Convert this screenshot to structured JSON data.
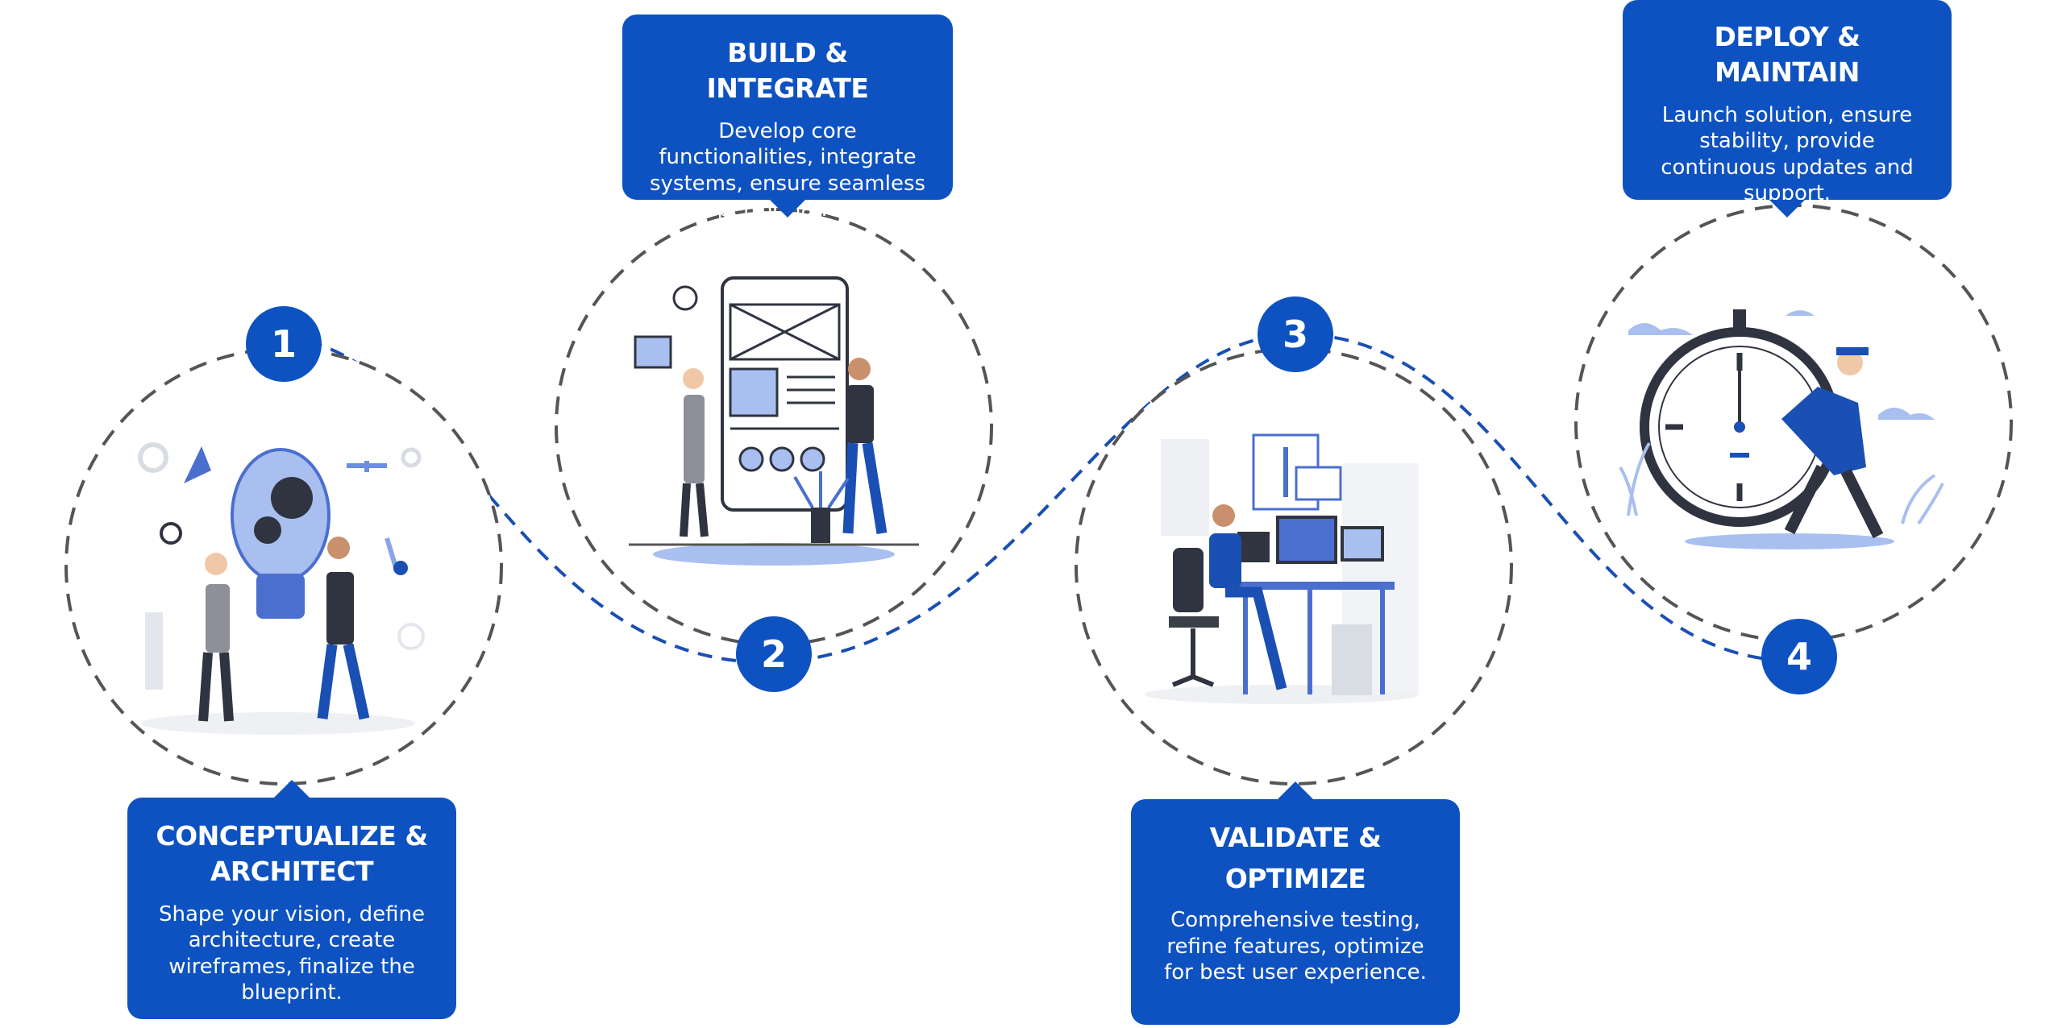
{
  "colors": {
    "primary": "#0e52c1",
    "connector": "#1a4fb3",
    "ring": "#555555",
    "illustration_light": "#a9bff0"
  },
  "steps": [
    {
      "number": "1",
      "title": "CONCEPTUALIZE & ARCHITECT",
      "description": "Shape your vision, define architecture, create wireframes, finalize the blueprint.",
      "illustration": "lightbulb-team-illustration"
    },
    {
      "number": "2",
      "title": "BUILD & INTEGRATE",
      "description": "Develop core functionalities, integrate systems, ensure seamless performance.",
      "illustration": "wireframe-board-illustration"
    },
    {
      "number": "3",
      "title": "VALIDATE & OPTIMIZE",
      "description": "Comprehensive testing, refine features, optimize for best user experience.",
      "illustration": "workstation-testing-illustration"
    },
    {
      "number": "4",
      "title": "DEPLOY & MAINTAIN",
      "description": "Launch solution, ensure stability, provide continuous updates and support.",
      "illustration": "stopwatch-runner-illustration"
    }
  ]
}
